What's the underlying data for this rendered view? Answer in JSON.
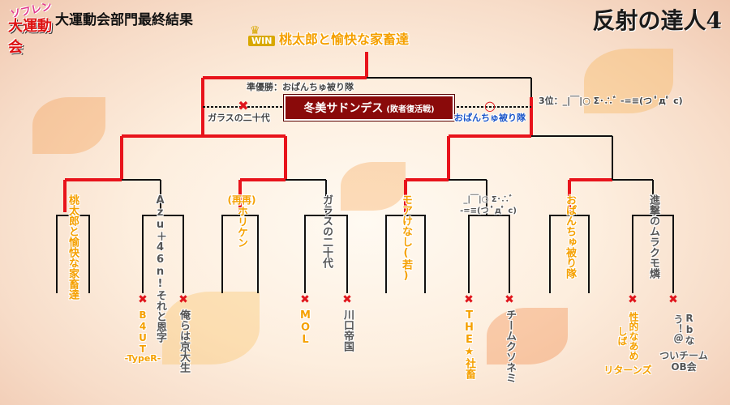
{
  "logo": {
    "line1": "ソフレン",
    "line2": "大運動会"
  },
  "header": {
    "title": "大運動会部門最終結果",
    "brand": "反射の達人4"
  },
  "win": {
    "badge": "WIN",
    "champion": "桃太郎と愉快な家畜達"
  },
  "finals": {
    "runner_up": "準優勝：おぱんちゅ被り隊",
    "third_place": "3位：_|￣|○ Σ･∴ﾞ -=≡(つ ﾟдﾟ c)",
    "repechage_main": "冬美サドンデス",
    "repechage_sub": "(敗者復活戦)",
    "left_entrant": "ガラスの二十代",
    "right_entrant": "おぱんちゅ被り隊"
  },
  "round2": [
    {
      "name": "桃太郎と愉快な家畜達"
    },
    {
      "name": "Azu＋46n!それと恩字"
    },
    {
      "prefix": "(再再)",
      "name": "ホリケン"
    },
    {
      "name": "ガラスの二十代"
    },
    {
      "name": "モアけなし(若)"
    },
    {
      "line1": "_|￣|○ Σ･∴ﾞ",
      "line2": "-=≡(つ ﾟдﾟ c)"
    },
    {
      "name": "おぱんちゅ被り隊"
    },
    {
      "name": "進撃のムラクモ燐"
    }
  ],
  "round1_losers": [
    {
      "line1": "B4UT",
      "line2": "-TypeR-"
    },
    {
      "name": "俺らは京大生"
    },
    {
      "name": "MOL"
    },
    {
      "name": "川口帝国"
    },
    {
      "name": "THE★社畜"
    },
    {
      "name": "チームクソネミ"
    },
    {
      "line1": "性的なあめしば",
      "line2": "リターンズ"
    },
    {
      "line1": "Rbなう！＠",
      "line2": "ついチーム",
      "line3": "OB会"
    }
  ],
  "colors": {
    "win_line": "#e8131b",
    "line": "#111111",
    "champion": "#f5a000",
    "loss_mark": "#e0151c",
    "advance_mark": "#e0151c"
  }
}
